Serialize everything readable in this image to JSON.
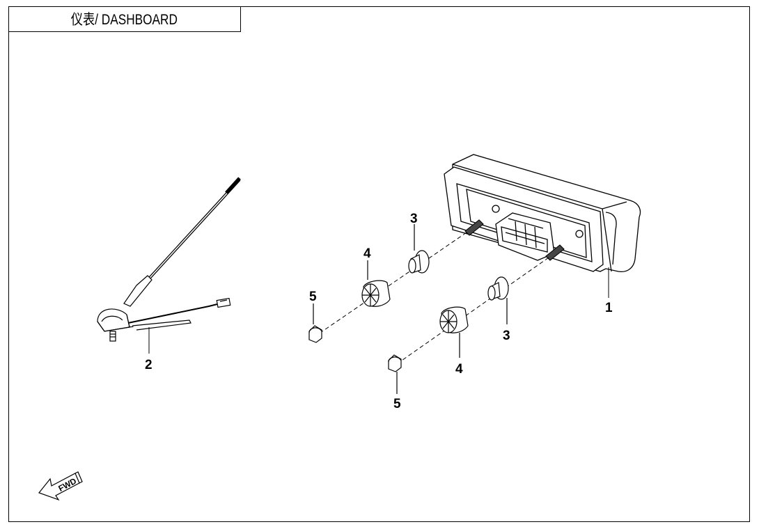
{
  "title": "仪表/ DASHBOARD",
  "fwd_label": "FWD",
  "callouts": {
    "c1": "1",
    "c2": "2",
    "c3a": "3",
    "c3b": "3",
    "c4a": "4",
    "c4b": "4",
    "c5a": "5",
    "c5b": "5"
  },
  "colors": {
    "line": "#000000",
    "background": "#ffffff"
  }
}
